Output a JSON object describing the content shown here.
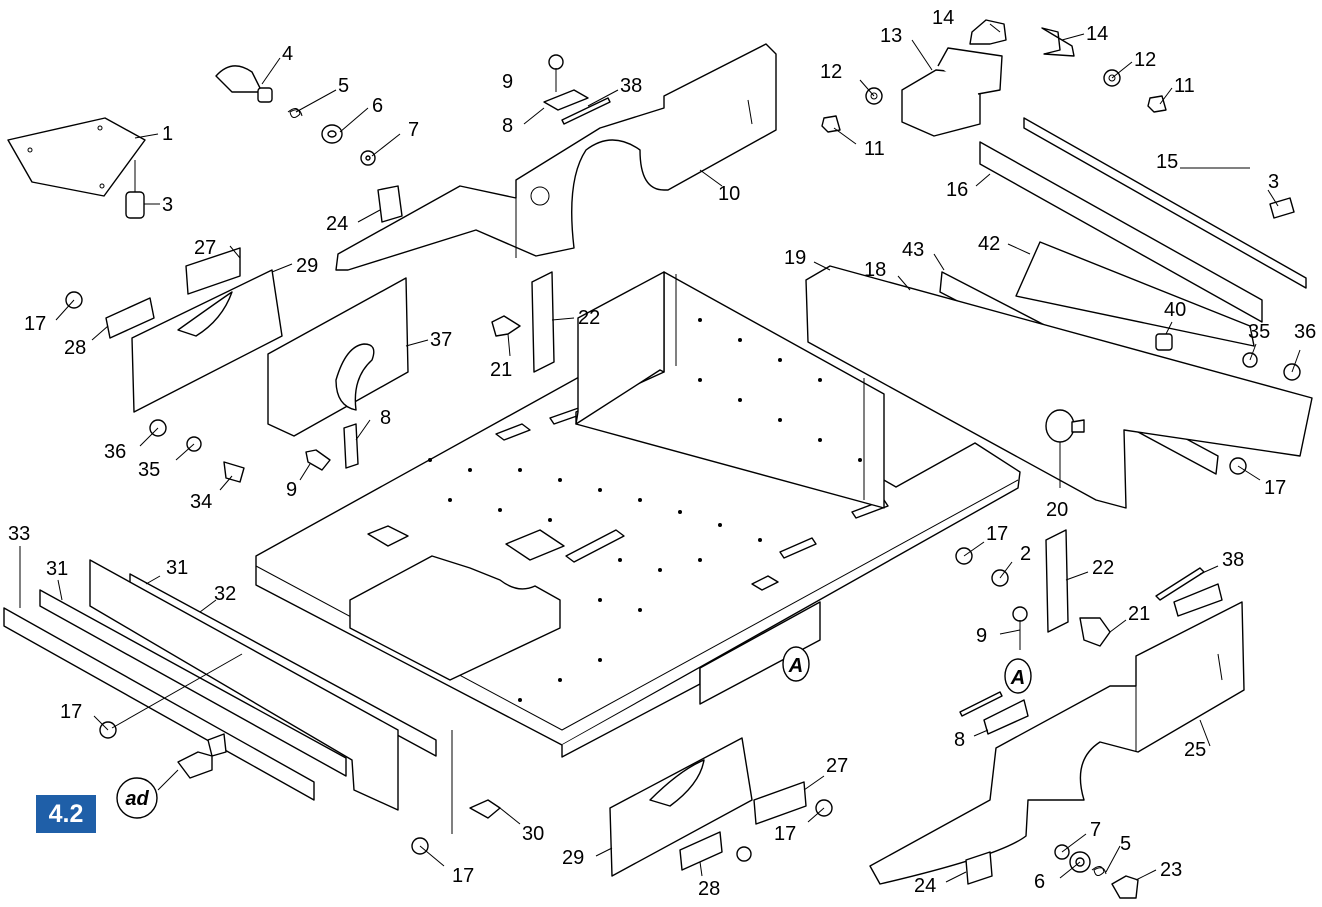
{
  "section_badge": "4.2",
  "callouts": {
    "A": "A",
    "ad": "ad"
  },
  "part_labels": [
    {
      "id": "l-1",
      "text": "1"
    },
    {
      "id": "l-3a",
      "text": "3"
    },
    {
      "id": "l-4",
      "text": "4"
    },
    {
      "id": "l-5a",
      "text": "5"
    },
    {
      "id": "l-6a",
      "text": "6"
    },
    {
      "id": "l-7a",
      "text": "7"
    },
    {
      "id": "l-24a",
      "text": "24"
    },
    {
      "id": "l-9a",
      "text": "9"
    },
    {
      "id": "l-8a",
      "text": "8"
    },
    {
      "id": "l-38a",
      "text": "38"
    },
    {
      "id": "l-10",
      "text": "10"
    },
    {
      "id": "l-13",
      "text": "13"
    },
    {
      "id": "l-14a",
      "text": "14"
    },
    {
      "id": "l-14b",
      "text": "14"
    },
    {
      "id": "l-12a",
      "text": "12"
    },
    {
      "id": "l-12b",
      "text": "12"
    },
    {
      "id": "l-11a",
      "text": "11"
    },
    {
      "id": "l-11b",
      "text": "11"
    },
    {
      "id": "l-15",
      "text": "15"
    },
    {
      "id": "l-16",
      "text": "16"
    },
    {
      "id": "l-3b",
      "text": "3"
    },
    {
      "id": "l-27a",
      "text": "27"
    },
    {
      "id": "l-29a",
      "text": "29"
    },
    {
      "id": "l-17a",
      "text": "17"
    },
    {
      "id": "l-28a",
      "text": "28"
    },
    {
      "id": "l-37",
      "text": "37"
    },
    {
      "id": "l-22a",
      "text": "22"
    },
    {
      "id": "l-21a",
      "text": "21"
    },
    {
      "id": "l-8b",
      "text": "8"
    },
    {
      "id": "l-36a",
      "text": "36"
    },
    {
      "id": "l-35a",
      "text": "35"
    },
    {
      "id": "l-34",
      "text": "34"
    },
    {
      "id": "l-9b",
      "text": "9"
    },
    {
      "id": "l-19",
      "text": "19"
    },
    {
      "id": "l-18",
      "text": "18"
    },
    {
      "id": "l-43",
      "text": "43"
    },
    {
      "id": "l-42",
      "text": "42"
    },
    {
      "id": "l-40",
      "text": "40"
    },
    {
      "id": "l-35b",
      "text": "35"
    },
    {
      "id": "l-36b",
      "text": "36"
    },
    {
      "id": "l-17b",
      "text": "17"
    },
    {
      "id": "l-20",
      "text": "20"
    },
    {
      "id": "l-33",
      "text": "33"
    },
    {
      "id": "l-31a",
      "text": "31"
    },
    {
      "id": "l-31b",
      "text": "31"
    },
    {
      "id": "l-32",
      "text": "32"
    },
    {
      "id": "l-17c",
      "text": "17"
    },
    {
      "id": "l-17d",
      "text": "17"
    },
    {
      "id": "l-2",
      "text": "2"
    },
    {
      "id": "l-22b",
      "text": "22"
    },
    {
      "id": "l-38b",
      "text": "38"
    },
    {
      "id": "l-21b",
      "text": "21"
    },
    {
      "id": "l-9c",
      "text": "9"
    },
    {
      "id": "l-8c",
      "text": "8"
    },
    {
      "id": "l-25",
      "text": "25"
    },
    {
      "id": "l-27b",
      "text": "27"
    },
    {
      "id": "l-17e",
      "text": "17"
    },
    {
      "id": "l-30",
      "text": "30"
    },
    {
      "id": "l-29b",
      "text": "29"
    },
    {
      "id": "l-28b",
      "text": "28"
    },
    {
      "id": "l-17f",
      "text": "17"
    },
    {
      "id": "l-7b",
      "text": "7"
    },
    {
      "id": "l-5b",
      "text": "5"
    },
    {
      "id": "l-6b",
      "text": "6"
    },
    {
      "id": "l-23",
      "text": "23"
    },
    {
      "id": "l-24b",
      "text": "24"
    }
  ]
}
